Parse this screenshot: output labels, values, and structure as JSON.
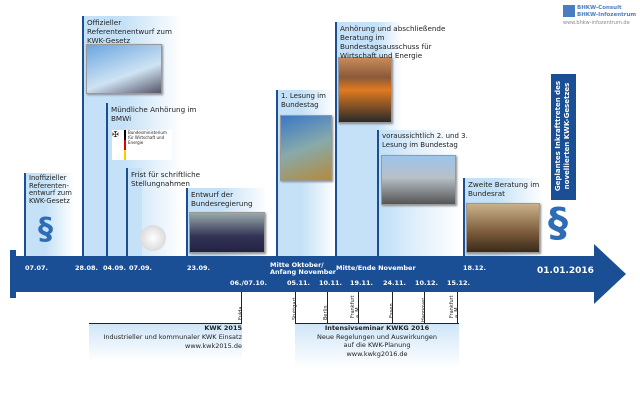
{
  "logo": {
    "line1": "BHKW-Consult",
    "line2": "BHKW-Infozentrum",
    "url": "www.bhkw-infozentrum.de"
  },
  "milestones": [
    {
      "text": "Inoffizieller Referenten-entwurf zum KWK-Gesetz",
      "date": "07.07."
    },
    {
      "text": "Offizieller Referentenentwurf zum KWK-Gesetz",
      "date": "28.08."
    },
    {
      "text": "Mündliche Anhörung im BMWi",
      "date": "04.09.",
      "logo_text": "Bundesministerium für Wirtschaft und Energie"
    },
    {
      "text": "Frist für schriftliche Stellungnahmen",
      "date": "07.09."
    },
    {
      "text": "Entwurf der Bundesregierung",
      "date": "23.09."
    },
    {
      "text": "1. Lesung im Bundestag",
      "date": "Mitte Oktober/ Anfang November"
    },
    {
      "text": "Anhörung und abschließende Beratung im Bundestagsausschuss für Wirtschaft und Energie",
      "date": "Mitte/Ende November"
    },
    {
      "text": "voraussichtlich 2. und 3. Lesung im Bundestag"
    },
    {
      "text": "Zweite Beratung im Bundesrat",
      "date": "18.12."
    }
  ],
  "final": {
    "text": "Geplantes Inkrafttreten des novellierten KWK-Gesetzes",
    "date": "01.01.2016"
  },
  "events": [
    {
      "date": "06./07.10.",
      "city": "Fulda"
    },
    {
      "date": "05.11.",
      "city": "Stuttgart"
    },
    {
      "date": "10.11.",
      "city": "Berlin"
    },
    {
      "date": "19.11.",
      "city": "Frankfurt a. M."
    },
    {
      "date": "24.11.",
      "city": "Essen"
    },
    {
      "date": "10.12.",
      "city": "Hannover"
    },
    {
      "date": "15.12.",
      "city": "Frankfurt a. M."
    }
  ],
  "kwk2015": {
    "title": "KWK 2015",
    "subtitle": "Industrieller und kommunaler KWK Einsatz",
    "url": "www.kwk2015.de"
  },
  "seminar": {
    "title": "Intensivseminar KWKG 2016",
    "line1": "Neue Regelungen und Auswirkungen",
    "line2": "auf die KWK-Planung",
    "url": "www.kwkg2016.de"
  },
  "colors": {
    "primary": "#1b4f95",
    "light": "#c4e1f7"
  }
}
